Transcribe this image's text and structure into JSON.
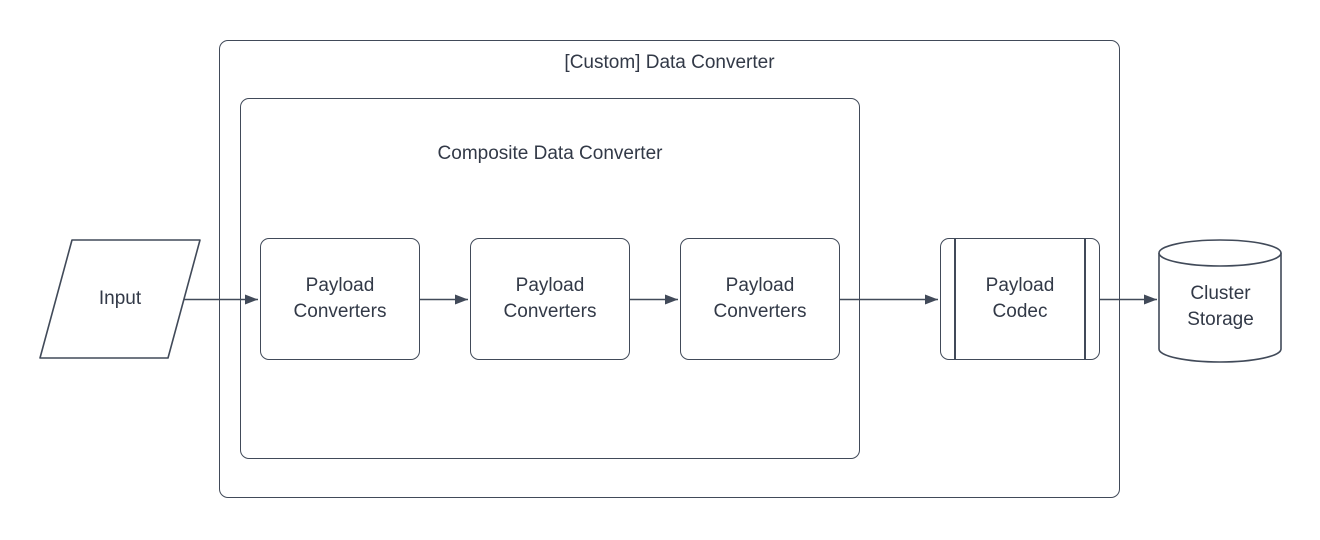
{
  "diagram": {
    "background": "#ffffff",
    "stroke_color": "#414a59",
    "text_color": "#323947",
    "containers": {
      "outer": {
        "title": "[Custom] Data Converter"
      },
      "inner": {
        "title": "Composite Data Converter"
      }
    },
    "nodes": {
      "input": {
        "label": "Input",
        "shape": "parallelogram"
      },
      "payload_converter_1": {
        "label": "Payload Converters",
        "shape": "rounded-rect"
      },
      "payload_converter_2": {
        "label": "Payload Converters",
        "shape": "rounded-rect"
      },
      "payload_converter_3": {
        "label": "Payload Converters",
        "shape": "rounded-rect"
      },
      "payload_codec": {
        "label": "Payload Codec",
        "shape": "predefined-process"
      },
      "cluster_storage": {
        "label": "Cluster Storage",
        "shape": "cylinder"
      }
    },
    "edges": [
      {
        "from": "input",
        "to": "payload_converter_1"
      },
      {
        "from": "payload_converter_1",
        "to": "payload_converter_2"
      },
      {
        "from": "payload_converter_2",
        "to": "payload_converter_3"
      },
      {
        "from": "payload_converter_3",
        "to": "payload_codec"
      },
      {
        "from": "payload_codec",
        "to": "cluster_storage"
      }
    ]
  }
}
